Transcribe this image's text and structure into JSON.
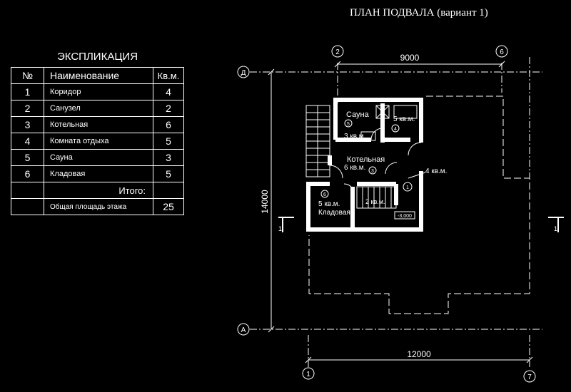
{
  "title": "ПЛАН ПОДВАЛА (вариант 1)",
  "explication": {
    "title": "ЭКСПЛИКАЦИЯ",
    "headers": {
      "num": "№",
      "name": "Наименование",
      "area": "Кв.м."
    },
    "rows": [
      {
        "num": "1",
        "name": "Коридор",
        "area": "4"
      },
      {
        "num": "2",
        "name": "Санузел",
        "area": "2"
      },
      {
        "num": "3",
        "name": "Котельная",
        "area": "6"
      },
      {
        "num": "4",
        "name": "Комната отдыха",
        "area": "5"
      },
      {
        "num": "5",
        "name": "Сауна",
        "area": "3"
      },
      {
        "num": "6",
        "name": "Кладовая",
        "area": "5"
      }
    ],
    "total_label": "Итого:",
    "floor_area_label": "Общая площадь этажа",
    "floor_area_value": "25"
  },
  "plan": {
    "dimensions": {
      "top": "9000",
      "bottom": "12000",
      "left": "14000"
    },
    "axes": {
      "top_left": "2",
      "top_right": "6",
      "bottom_left": "1",
      "bottom_right": "7",
      "row_top": "Д",
      "row_bottom": "А"
    },
    "section_mark": "1",
    "level_mark": "-3,000",
    "room_labels": {
      "sauna_name": "Сауна",
      "sauna_num": "5",
      "sauna_area": "3 кв.м.",
      "rest_area": "5 кв.м.",
      "rest_num": "4",
      "boiler_name": "Котельная",
      "boiler_area": "6 кв.м.",
      "boiler_num": "3",
      "corridor_area": "4 кв.м.",
      "corridor_num": "1",
      "storage_num": "6",
      "storage_area": "5 кв.м.",
      "storage_name": "Кладовая",
      "bath_area": "2 кв.м."
    }
  }
}
